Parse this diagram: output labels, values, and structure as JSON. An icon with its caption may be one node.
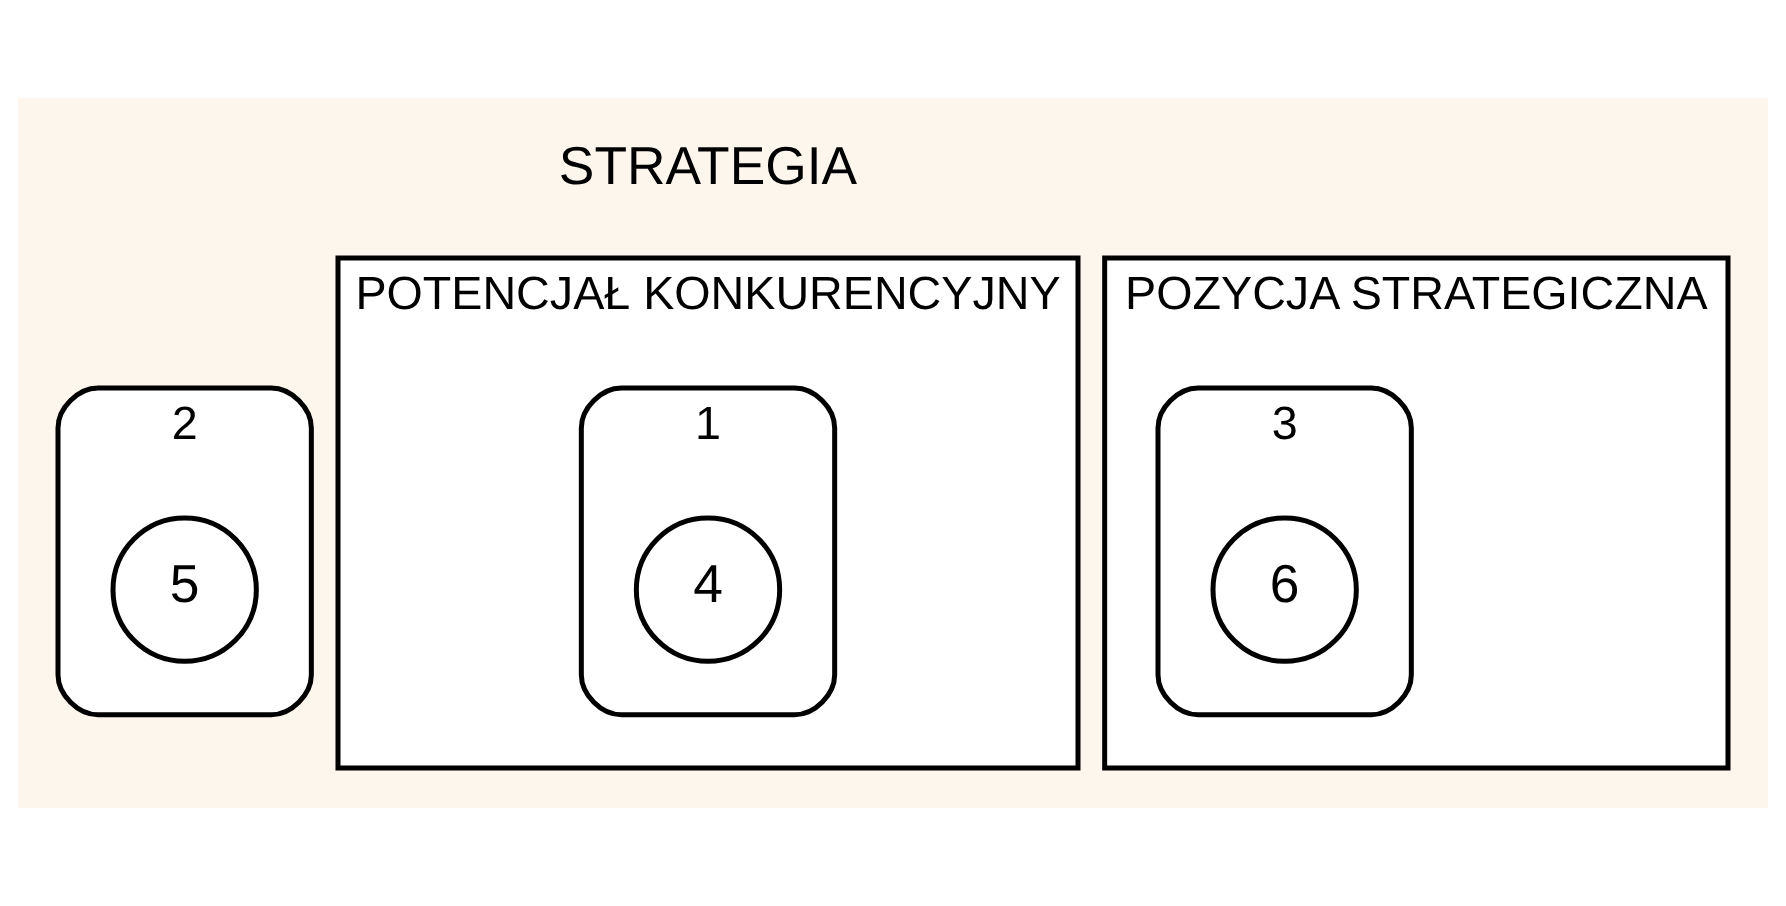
{
  "diagram": {
    "nodes": [
      {
        "text": [
          "2"
        ]
      },
      {
        "text": [
          "5"
        ],
        "in": 0
      },
      {
        "text": [
          "POTENCJAŁ KONKURENCYJNY"
        ]
      },
      {
        "text": [
          "1"
        ],
        "in": 2
      },
      {
        "text": [
          "4"
        ],
        "in": 3
      },
      {
        "text": [
          "POZYCJA STRATEGICZNA"
        ]
      },
      {
        "text": [
          "3"
        ],
        "in": 5
      },
      {
        "text": [
          "6"
        ],
        "in": 6
      }
    ],
    "edges": [],
    "labels": [
      "STRATEGIA"
    ]
  }
}
